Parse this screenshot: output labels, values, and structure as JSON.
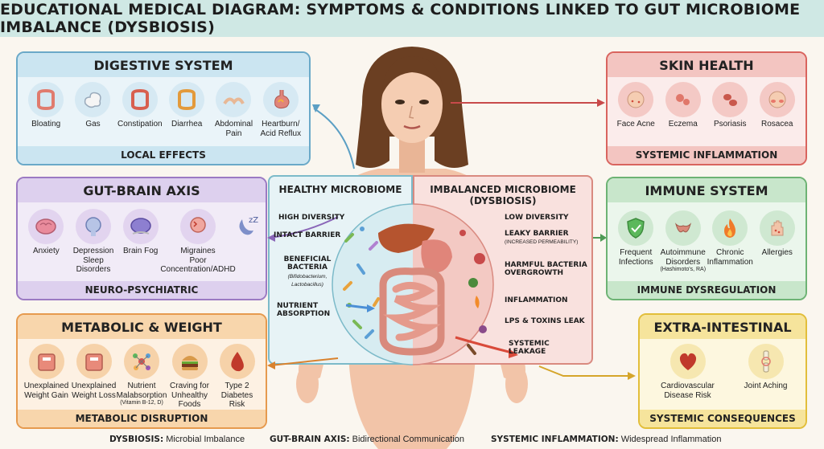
{
  "title": "EDUCATIONAL MEDICAL DIAGRAM: SYMPTOMS & CONDITIONS LINKED TO GUT MICROBIOME IMBALANCE (DYSBIOSIS)",
  "digestive": {
    "title": "DIGESTIVE SYSTEM",
    "footer": "LOCAL EFFECTS",
    "items": [
      {
        "label": "Bloating",
        "icon": "intestine-icon"
      },
      {
        "label": "Gas",
        "icon": "gas-icon"
      },
      {
        "label": "Constipation",
        "icon": "intestine-icon"
      },
      {
        "label": "Diarrhea",
        "icon": "intestine-icon"
      },
      {
        "label": "Abdominal Pain",
        "icon": "hands-on-belly-icon"
      },
      {
        "label": "Heartburn/ Acid Reflux",
        "icon": "stomach-icon"
      }
    ]
  },
  "gut_brain": {
    "title": "GUT-BRAIN AXIS",
    "footer": "NEURO-PSYCHIATRIC",
    "items": [
      {
        "label": "Anxiety",
        "icon": "brain-icon"
      },
      {
        "label": "Depression",
        "label2": "Sleep Disorders",
        "icon": "head-icon"
      },
      {
        "label": "Brain Fog",
        "icon": "brain-fog-icon"
      },
      {
        "label": "Migraines",
        "label2": "Poor Concentration/ADHD",
        "icon": "head-icon"
      },
      {
        "label": "",
        "icon": "sleep-moon-icon"
      }
    ]
  },
  "metabolic": {
    "title": "METABOLIC & WEIGHT",
    "footer": "METABOLIC DISRUPTION",
    "items": [
      {
        "label": "Unexplained Weight Gain",
        "icon": "scale-icon"
      },
      {
        "label": "Unexplained Weight Loss",
        "icon": "scale-icon"
      },
      {
        "label": "Nutrient Malabsorption",
        "sub": "(Vitamin B-12, D)",
        "icon": "molecule-icon"
      },
      {
        "label": "Craving for Unhealthy Foods",
        "icon": "burger-icon"
      },
      {
        "label": "Type 2 Diabetes Risk",
        "icon": "blood-drop-icon"
      }
    ]
  },
  "skin": {
    "title": "SKIN HEALTH",
    "footer": "SYSTEMIC INFLAMMATION",
    "items": [
      {
        "label": "Face Acne",
        "icon": "face-icon"
      },
      {
        "label": "Eczema",
        "icon": "skin-patch-icon"
      },
      {
        "label": "Psoriasis",
        "icon": "skin-patch-icon"
      },
      {
        "label": "Rosacea",
        "icon": "face-redness-icon"
      }
    ]
  },
  "immune": {
    "title": "IMMUNE SYSTEM",
    "footer": "IMMUNE DYSREGULATION",
    "items": [
      {
        "label": "Frequent Infections",
        "icon": "shield-icon"
      },
      {
        "label": "Autoimmune Disorders",
        "sub": "(Hashimoto's, RA)",
        "icon": "thyroid-icon"
      },
      {
        "label": "Chronic Inflammation",
        "icon": "flame-icon"
      },
      {
        "label": "Allergies",
        "icon": "hand-rash-icon"
      }
    ]
  },
  "extra": {
    "title": "EXTRA-INTESTINAL",
    "footer": "SYSTEMIC CONSEQUENCES",
    "items": [
      {
        "label": "Cardiovascular Disease Risk",
        "icon": "heart-icon"
      },
      {
        "label": "Joint Aching",
        "icon": "joint-icon"
      }
    ]
  },
  "healthy_microbiome": {
    "title": "HEALTHY MICROBIOME",
    "labels": {
      "diversity": "HIGH DIVERSITY",
      "barrier": "INTACT BARRIER",
      "beneficial": "BENEFICIAL BACTERIA",
      "beneficial_sub": "(Bifidobacterium, Lactobacillus)",
      "absorption": "NUTRIENT ABSORPTION"
    }
  },
  "imbalanced_microbiome": {
    "title": "IMBALANCED MICROBIOME (DYSBIOSIS)",
    "labels": {
      "diversity": "LOW DIVERSITY",
      "barrier": "LEAKY BARRIER",
      "barrier_sub": "(INCREASED PERMEABILITY)",
      "harmful": "HARMFUL BACTERIA OVERGROWTH",
      "inflammation": "INFLAMMATION",
      "lps": "LPS & TOXINS LEAK",
      "leakage": "SYSTEMIC LEAKAGE"
    }
  },
  "legend": [
    {
      "term": "DYSBIOSIS:",
      "desc": "Microbial Imbalance"
    },
    {
      "term": "GUT-BRAIN AXIS:",
      "desc": "Bidirectional Communication"
    },
    {
      "term": "SYSTEMIC INFLAMMATION:",
      "desc": "Widespread Inflammation"
    }
  ],
  "colors": {
    "digestive": "#6aa9c8",
    "gut_brain": "#9b7ac3",
    "metabolic": "#e69a4e",
    "skin": "#d9645e",
    "immune": "#6db374",
    "extra": "#e2be3a",
    "skin_tone": "#f2c4a8",
    "hair": "#6b3f22"
  }
}
